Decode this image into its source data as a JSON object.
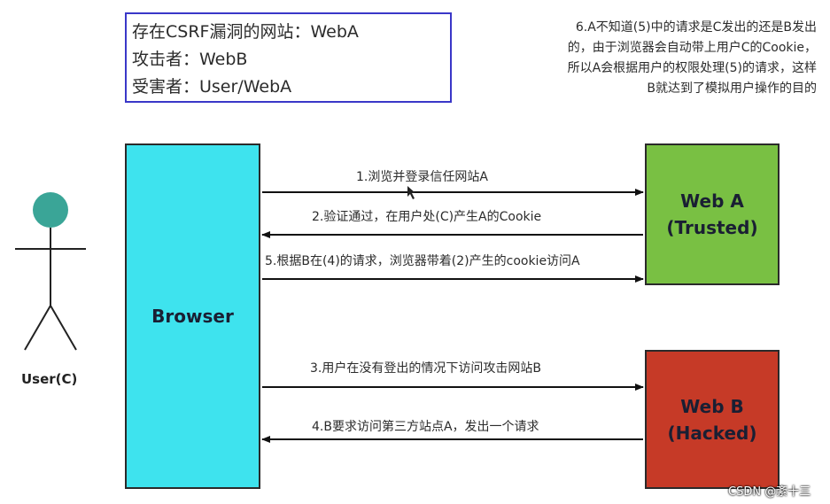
{
  "info_box": {
    "line1": "存在CSRF漏洞的网站：WebA",
    "line2": "攻击者：WebB",
    "line3": "受害者：User/WebA"
  },
  "note": "6.A不知道(5)中的请求是C发出的还是B发出的，由于浏览器会自动带上用户C的Cookie，所以A会根据用户的权限处理(5)的请求，这样B就达到了模拟用户操作的目的",
  "actor": {
    "label": "User(C)",
    "head_color": "#3aa597"
  },
  "browser": {
    "label": "Browser",
    "color": "#3ee3ee"
  },
  "web_a": {
    "line1": "Web A",
    "line2": "(Trusted)",
    "color": "#79c043"
  },
  "web_b": {
    "line1": "Web B",
    "line2": "(Hacked)",
    "color": "#c63a27"
  },
  "steps": [
    {
      "label": "1.浏览并登录信任网站A",
      "direction": "to-web-a"
    },
    {
      "label": "2.验证通过，在用户处(C)产生A的Cookie",
      "direction": "to-browser"
    },
    {
      "label": "5.根据B在(4)的请求，浏览器带着(2)产生的cookie访问A",
      "direction": "to-web-a"
    },
    {
      "label": "3.用户在没有登出的情况下访问攻击网站B",
      "direction": "to-web-b"
    },
    {
      "label": "4.B要求访问第三方站点A，发出一个请求",
      "direction": "to-browser"
    }
  ],
  "watermark": "CSDN @紊十三"
}
